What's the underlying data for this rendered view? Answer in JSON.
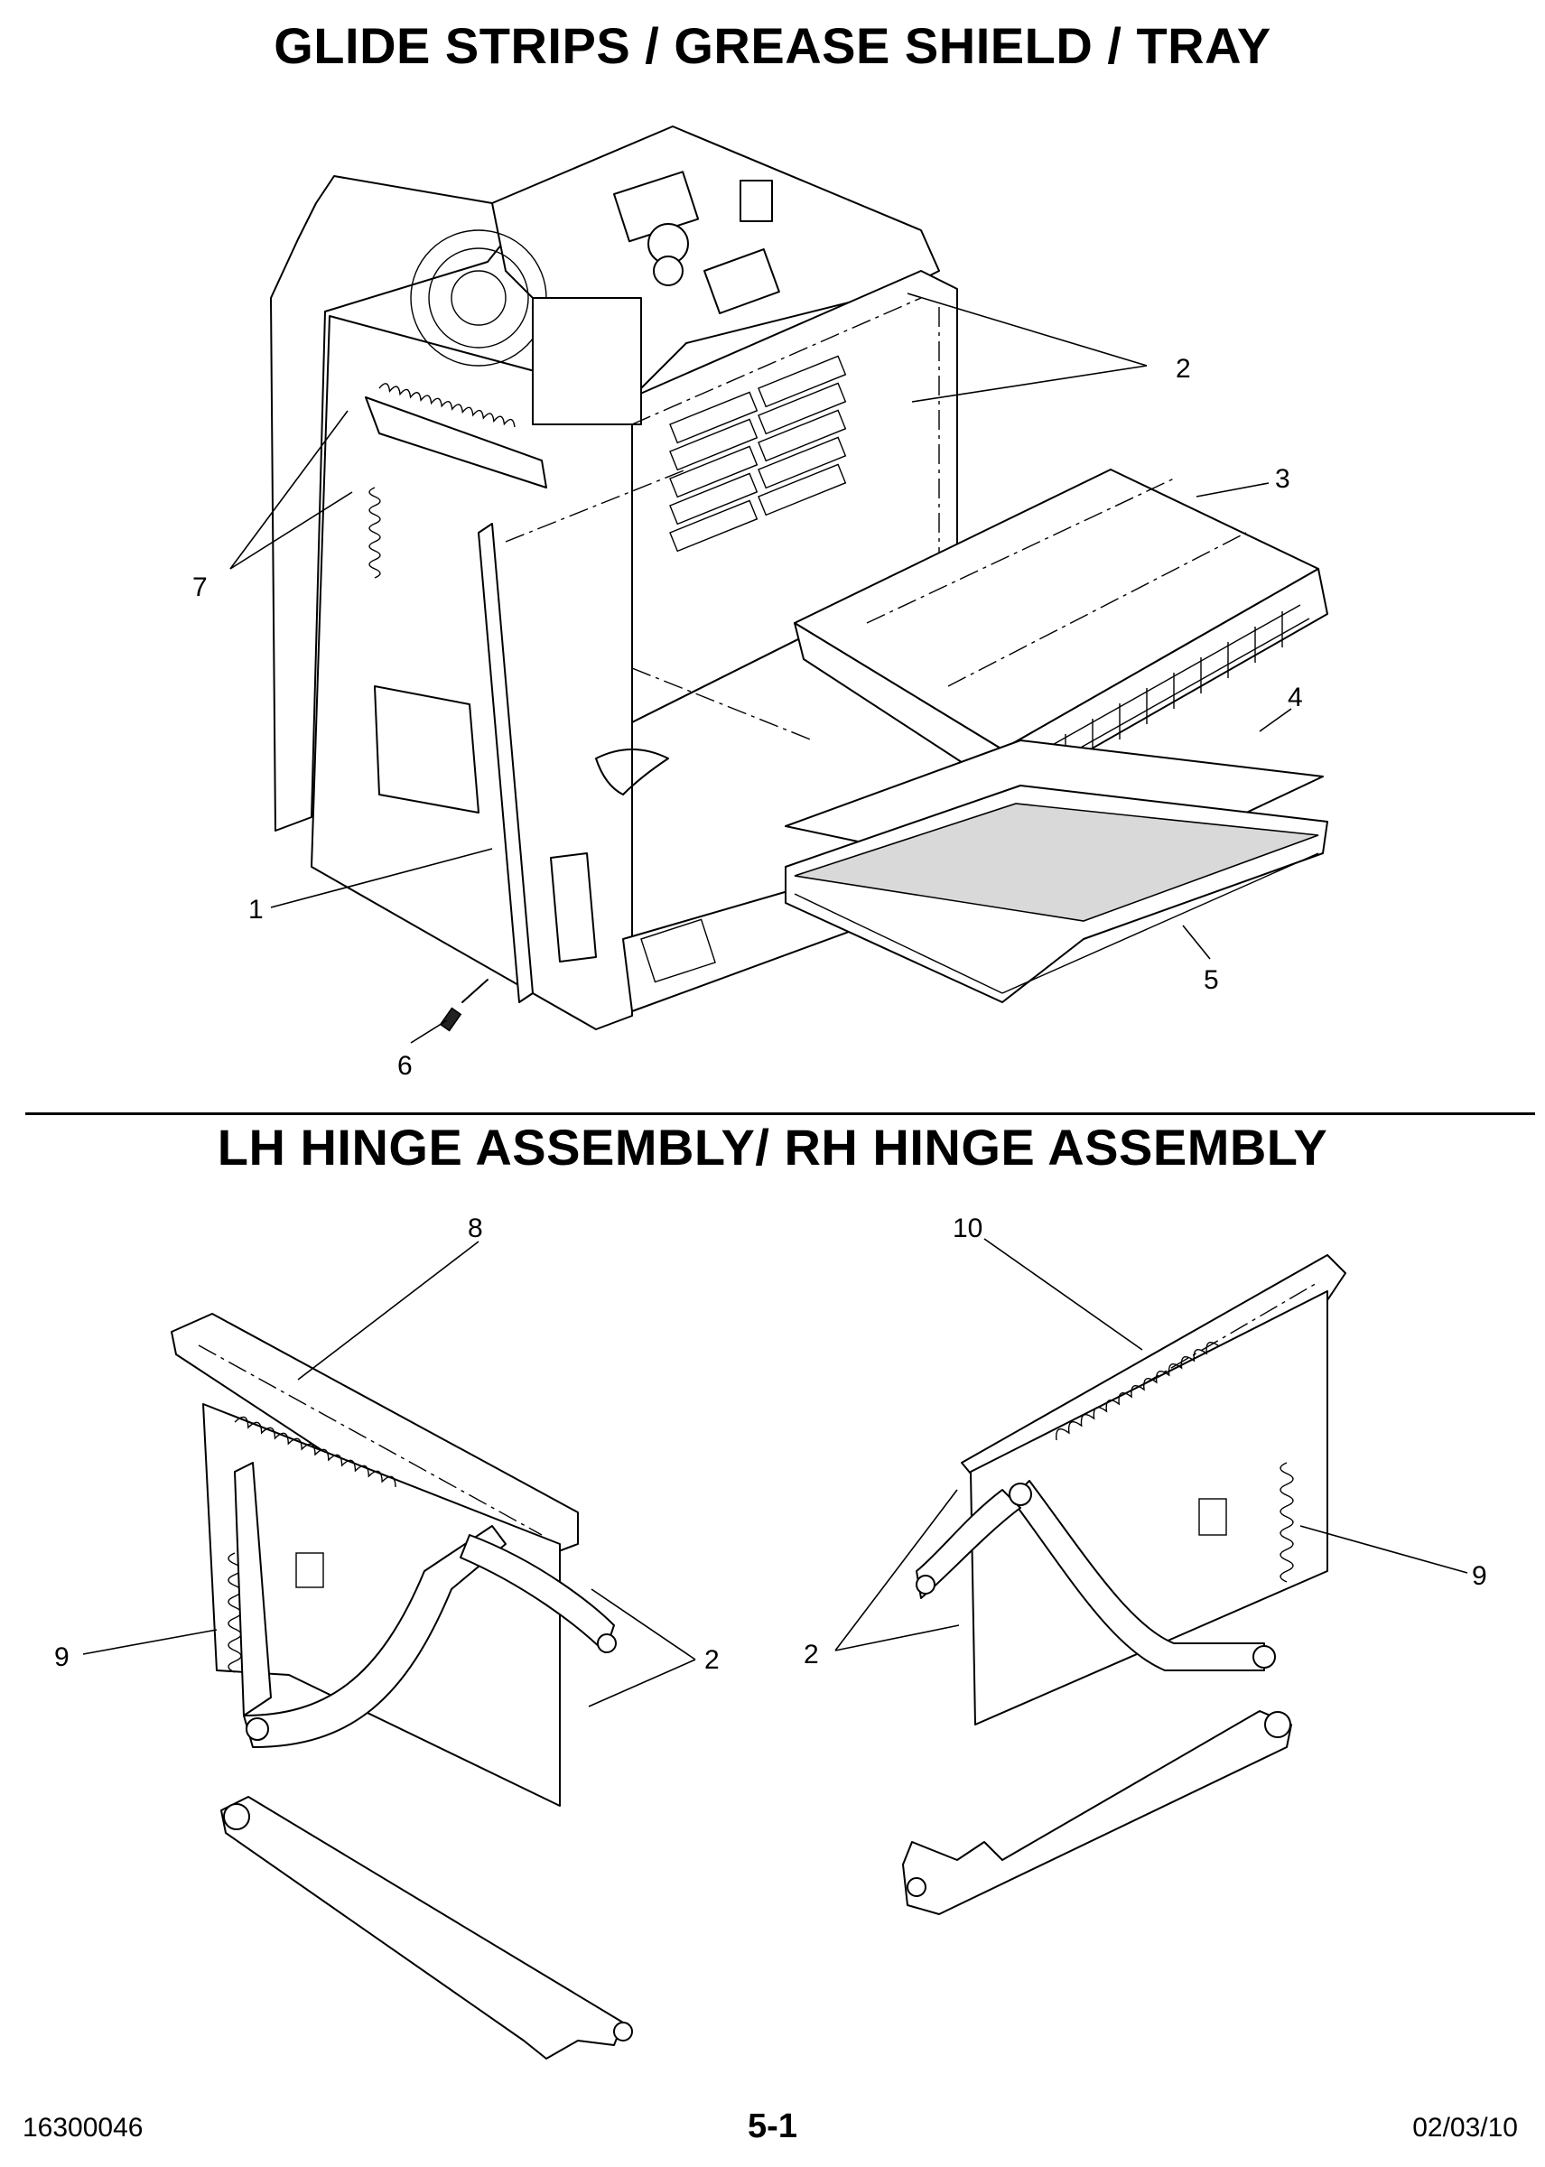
{
  "titles": {
    "top": "GLIDE STRIPS / GREASE SHIELD / TRAY",
    "bottom": "LH HINGE ASSEMBLY/ RH HINGE ASSEMBLY"
  },
  "callouts_top": {
    "c1": "1",
    "c2": "2",
    "c3": "3",
    "c4": "4",
    "c5": "5",
    "c6": "6",
    "c7": "7"
  },
  "callouts_lh": {
    "c8": "8",
    "c9": "9",
    "c2": "2"
  },
  "callouts_rh": {
    "c10": "10",
    "c9": "9",
    "c2": "2"
  },
  "footer": {
    "part_number": "16300046",
    "page": "5-1",
    "date": "02/03/10"
  }
}
